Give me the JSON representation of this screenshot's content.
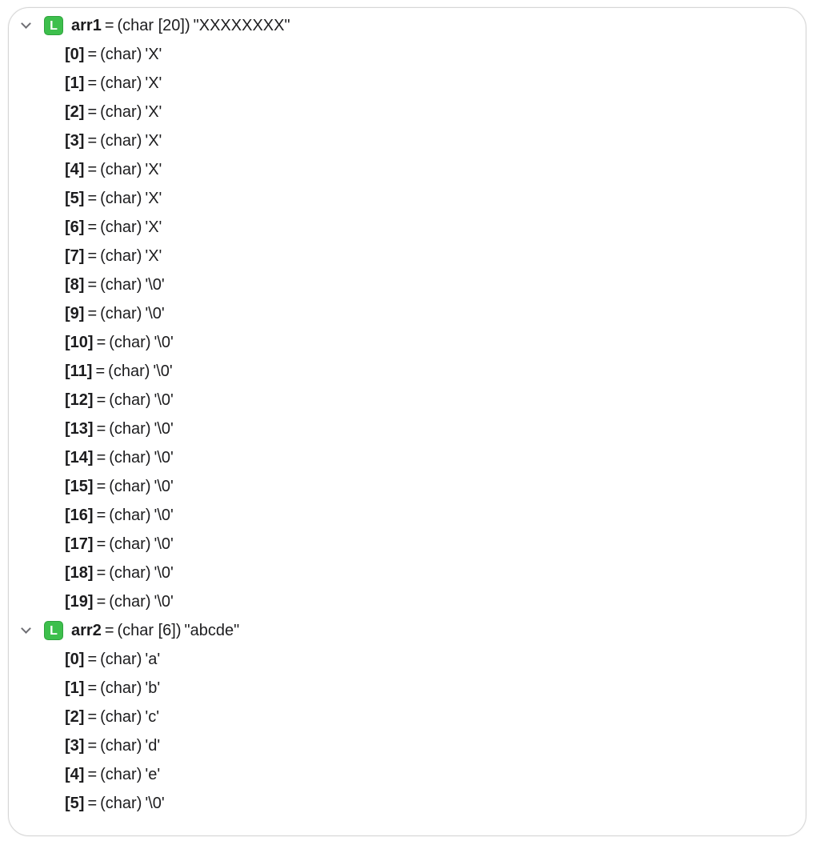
{
  "variables": [
    {
      "badge": "L",
      "name": "arr1",
      "equals": "=",
      "type": "(char [20])",
      "value": "\"XXXXXXXX\"",
      "children": [
        {
          "index": "[0]",
          "type": "(char)",
          "value": "'X'"
        },
        {
          "index": "[1]",
          "type": "(char)",
          "value": "'X'"
        },
        {
          "index": "[2]",
          "type": "(char)",
          "value": "'X'"
        },
        {
          "index": "[3]",
          "type": "(char)",
          "value": "'X'"
        },
        {
          "index": "[4]",
          "type": "(char)",
          "value": "'X'"
        },
        {
          "index": "[5]",
          "type": "(char)",
          "value": "'X'"
        },
        {
          "index": "[6]",
          "type": "(char)",
          "value": "'X'"
        },
        {
          "index": "[7]",
          "type": "(char)",
          "value": "'X'"
        },
        {
          "index": "[8]",
          "type": "(char)",
          "value": "'\\0'"
        },
        {
          "index": "[9]",
          "type": "(char)",
          "value": "'\\0'"
        },
        {
          "index": "[10]",
          "type": "(char)",
          "value": "'\\0'"
        },
        {
          "index": "[11]",
          "type": "(char)",
          "value": "'\\0'"
        },
        {
          "index": "[12]",
          "type": "(char)",
          "value": "'\\0'"
        },
        {
          "index": "[13]",
          "type": "(char)",
          "value": "'\\0'"
        },
        {
          "index": "[14]",
          "type": "(char)",
          "value": "'\\0'"
        },
        {
          "index": "[15]",
          "type": "(char)",
          "value": "'\\0'"
        },
        {
          "index": "[16]",
          "type": "(char)",
          "value": "'\\0'"
        },
        {
          "index": "[17]",
          "type": "(char)",
          "value": "'\\0'"
        },
        {
          "index": "[18]",
          "type": "(char)",
          "value": "'\\0'"
        },
        {
          "index": "[19]",
          "type": "(char)",
          "value": "'\\0'"
        }
      ]
    },
    {
      "badge": "L",
      "name": "arr2",
      "equals": "=",
      "type": "(char [6])",
      "value": "\"abcde\"",
      "children": [
        {
          "index": "[0]",
          "type": "(char)",
          "value": "'a'"
        },
        {
          "index": "[1]",
          "type": "(char)",
          "value": "'b'"
        },
        {
          "index": "[2]",
          "type": "(char)",
          "value": "'c'"
        },
        {
          "index": "[3]",
          "type": "(char)",
          "value": "'d'"
        },
        {
          "index": "[4]",
          "type": "(char)",
          "value": "'e'"
        },
        {
          "index": "[5]",
          "type": "(char)",
          "value": "'\\0'"
        }
      ]
    }
  ],
  "child_equals": "=",
  "icons": {
    "disclosure": "chevron-down-icon",
    "local_badge": "local-variable-icon"
  },
  "colors": {
    "badge_green": "#3dbf4c",
    "text": "#1c1c1e",
    "chevron": "#6e6e73"
  }
}
